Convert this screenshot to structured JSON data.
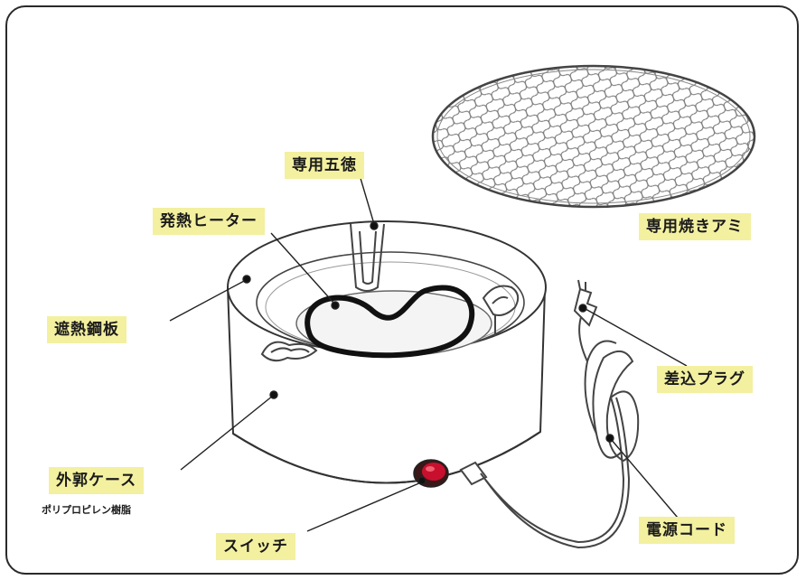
{
  "labels": {
    "gotoku": "専用五徳",
    "heater": "発熱ヒーター",
    "grill_net": "専用焼きアミ",
    "heat_shield": "遮熱鋼板",
    "plug": "差込プラグ",
    "case": "外郭ケース",
    "case_material": "ポリプロピレン樹脂",
    "switch": "スイッチ",
    "cord": "電源コード"
  },
  "colors": {
    "label_bg": "#f3f0a0",
    "switch_red": "#c8102e"
  }
}
